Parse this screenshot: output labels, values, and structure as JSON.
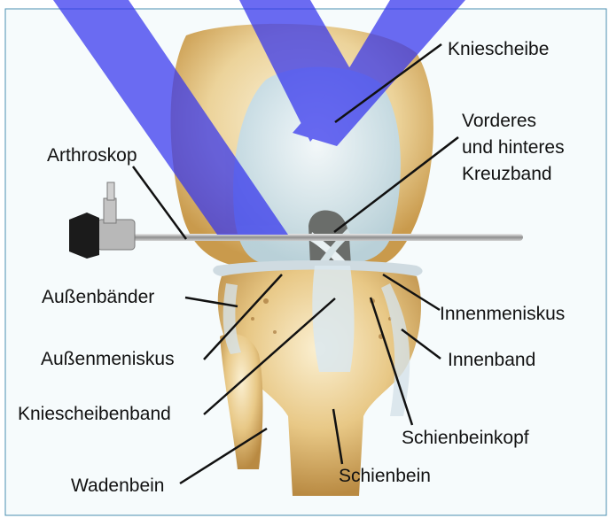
{
  "labels": {
    "kniescheibe": "Kniescheibe",
    "kreuzband_1": "Vorderes",
    "kreuzband_2": "und hinteres",
    "kreuzband_3": "Kreuzband",
    "arthroskop": "Arthroskop",
    "aussenbaender": "Außenbänder",
    "innenmeniskus": "Innenmeniskus",
    "aussenmeniskus": "Außenmeniskus",
    "innenband": "Innenband",
    "kniescheibenband": "Kniescheibenband",
    "schienbeinkopf": "Schienbeinkopf",
    "schienbein": "Schienbein",
    "wadenbein": "Wadenbein"
  },
  "colors": {
    "watermark": "#3333ee",
    "background": "#f6fbfc",
    "border": "#4a8fb0"
  }
}
